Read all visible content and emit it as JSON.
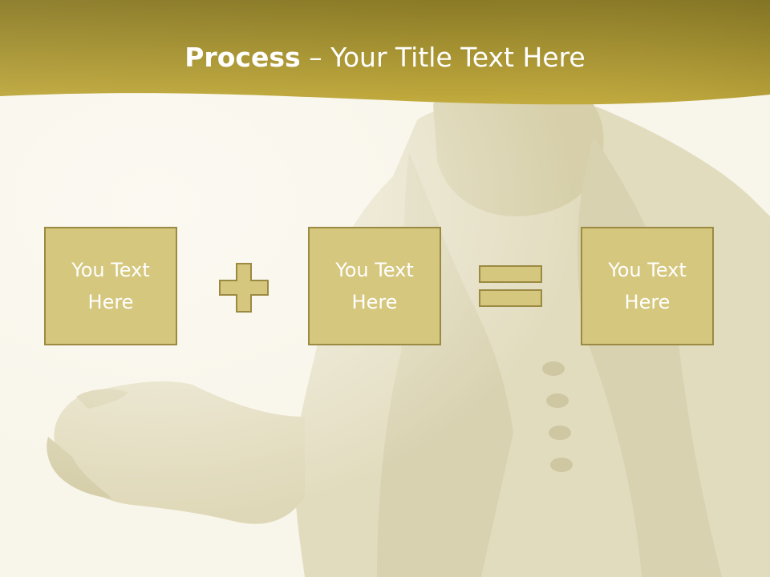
{
  "slide": {
    "title_bold": "Process",
    "title_rest": " – Your Title Text Here"
  },
  "process": {
    "boxes": [
      {
        "text": "You Text Here"
      },
      {
        "text": "You Text Here"
      },
      {
        "text": "You Text Here"
      }
    ],
    "operators": [
      "plus-icon",
      "equals-icon"
    ]
  },
  "colors": {
    "header": "#b09a2c",
    "box_fill": "#d5c77e",
    "box_border": "#9a8a43",
    "text": "#ffffff"
  }
}
